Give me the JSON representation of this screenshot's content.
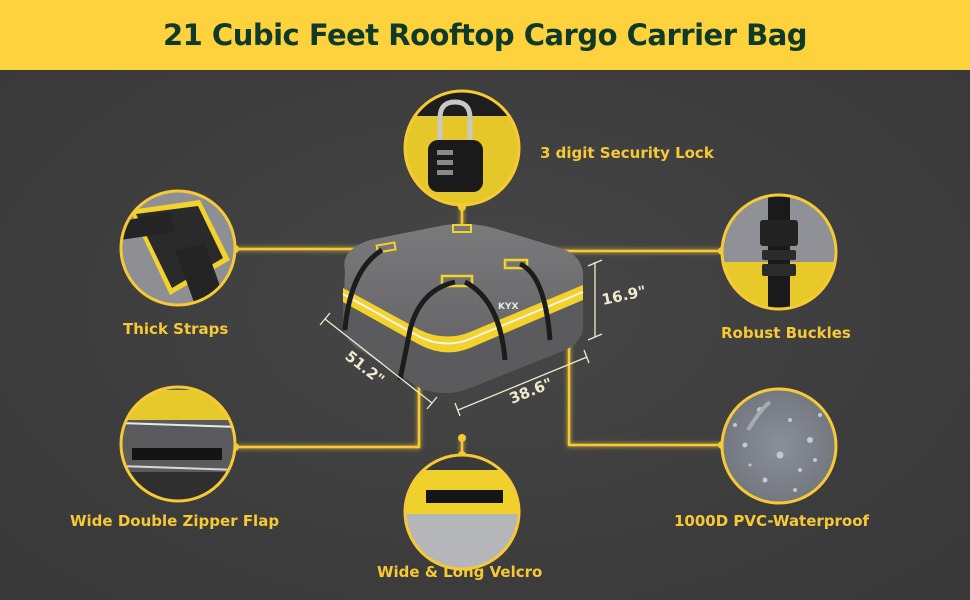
{
  "header": {
    "title": "21 Cubic Feet Rooftop Cargo Carrier Bag"
  },
  "colors": {
    "banner": "#fdd23c",
    "title": "#0f3a2a",
    "accent": "#f6c935",
    "background": "#3e3e3e",
    "bag_gray": "#6b6b6d"
  },
  "product": {
    "brand_mark": "KYX"
  },
  "dimensions": {
    "length": "51.2\"",
    "width": "38.6\"",
    "height": "16.9\""
  },
  "features": [
    {
      "id": "lock",
      "label": "3 digit Security Lock",
      "icon": "padlock-icon"
    },
    {
      "id": "straps",
      "label": "Thick Straps",
      "icon": "strap-icon"
    },
    {
      "id": "buckles",
      "label": "Robust Buckles",
      "icon": "buckle-icon"
    },
    {
      "id": "zipper",
      "label": "Wide Double Zipper Flap",
      "icon": "zipper-flap-icon"
    },
    {
      "id": "velcro",
      "label": "Wide & Long Velcro",
      "icon": "velcro-icon"
    },
    {
      "id": "waterproof",
      "label": "1000D PVC-Waterproof",
      "icon": "water-droplets-icon"
    }
  ]
}
